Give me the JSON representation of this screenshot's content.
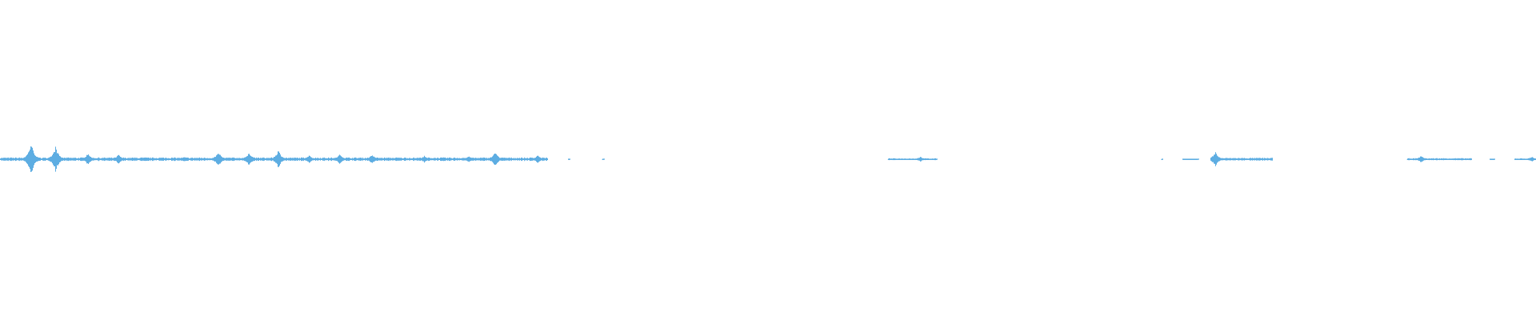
{
  "waveform": {
    "color": "#5dade2",
    "background": "#ffffff",
    "segments": [
      {
        "start": 0.0,
        "end": 0.356,
        "level": 0.1
      },
      {
        "start": 0.37,
        "end": 0.371,
        "level": 0.02
      },
      {
        "start": 0.392,
        "end": 0.393,
        "level": 0.02
      },
      {
        "start": 0.578,
        "end": 0.61,
        "level": 0.05
      },
      {
        "start": 0.756,
        "end": 0.757,
        "level": 0.02
      },
      {
        "start": 0.77,
        "end": 0.78,
        "level": 0.03
      },
      {
        "start": 0.788,
        "end": 0.828,
        "level": 0.08
      },
      {
        "start": 0.916,
        "end": 0.958,
        "level": 0.06
      },
      {
        "start": 0.97,
        "end": 0.973,
        "level": 0.02
      },
      {
        "start": 0.986,
        "end": 1.0,
        "level": 0.05
      }
    ],
    "spikes": [
      {
        "at": 0.02,
        "level": 1.0
      },
      {
        "at": 0.036,
        "level": 0.75
      },
      {
        "at": 0.057,
        "level": 0.35
      },
      {
        "at": 0.077,
        "level": 0.3
      },
      {
        "at": 0.12,
        "level": 0.15
      },
      {
        "at": 0.142,
        "level": 0.45
      },
      {
        "at": 0.162,
        "level": 0.4
      },
      {
        "at": 0.181,
        "level": 0.55
      },
      {
        "at": 0.201,
        "level": 0.25
      },
      {
        "at": 0.221,
        "level": 0.3
      },
      {
        "at": 0.242,
        "level": 0.3
      },
      {
        "at": 0.276,
        "level": 0.2
      },
      {
        "at": 0.305,
        "level": 0.2
      },
      {
        "at": 0.322,
        "level": 0.45
      },
      {
        "at": 0.35,
        "level": 0.25
      },
      {
        "at": 0.599,
        "level": 0.15
      },
      {
        "at": 0.791,
        "level": 0.45
      },
      {
        "at": 0.925,
        "level": 0.2
      },
      {
        "at": 0.997,
        "level": 0.15
      }
    ]
  }
}
